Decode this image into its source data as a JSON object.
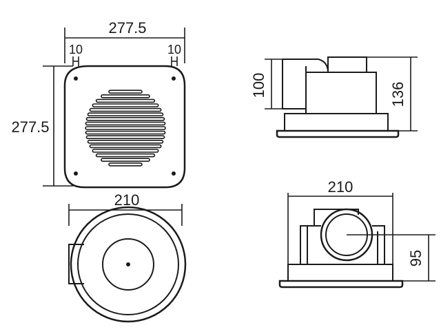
{
  "dimensions": {
    "grille_width": "277.5",
    "grille_height": "277.5",
    "screw_offset_left": "10",
    "screw_offset_right": "10",
    "body_height": "100",
    "total_height": "136",
    "round_diameter": "210",
    "front_width": "210",
    "duct_height": "95"
  },
  "colors": {
    "line": "#1a1a1a",
    "background": "#ffffff"
  }
}
